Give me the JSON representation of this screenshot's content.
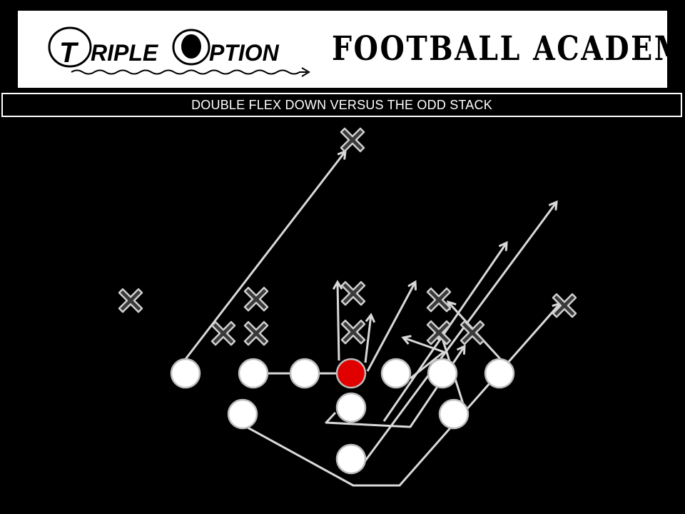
{
  "header": {
    "logo_script": "TRIPLE OPTION",
    "title": "FOOTBALL ACADEMY"
  },
  "play": {
    "name": "DOUBLE FLEX DOWN VERSUS THE ODD STACK"
  },
  "colors": {
    "background": "#000000",
    "offense": "#ffffff",
    "center": "#e00000",
    "defense_fill": "#3a3a3a",
    "route": "#d9d9d9"
  },
  "icons": {
    "offense": "circle",
    "defense": "x-mark"
  }
}
